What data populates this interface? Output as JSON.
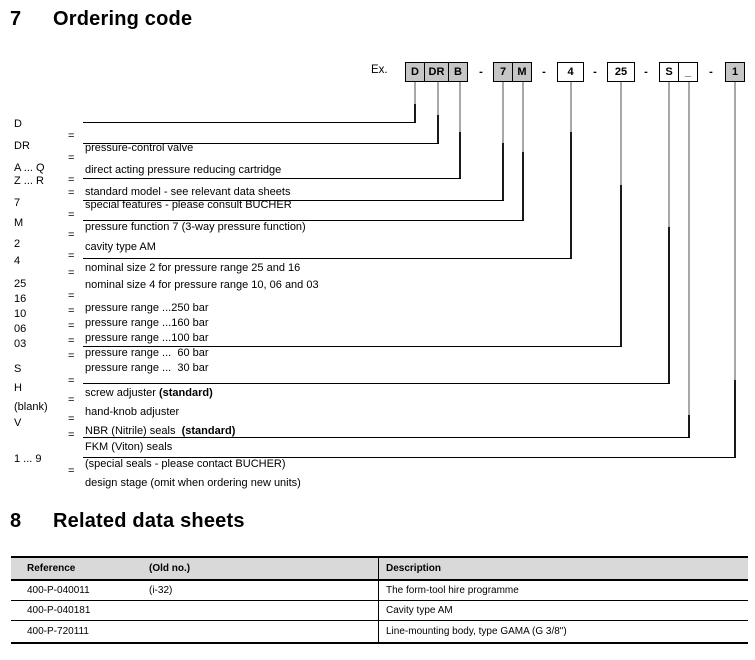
{
  "sections": {
    "ordering": {
      "number": "7",
      "title": "Ordering code"
    },
    "related": {
      "number": "8",
      "title": "Related data sheets"
    }
  },
  "ordering_code": {
    "example_label": "Ex.",
    "separator": "-",
    "boxes": [
      {
        "label": "D",
        "filled": true
      },
      {
        "label": "DR",
        "filled": true
      },
      {
        "label": "B",
        "filled": true
      },
      {
        "label": "7",
        "filled": true
      },
      {
        "label": "M",
        "filled": true
      },
      {
        "label": "4",
        "filled": false
      },
      {
        "label": "25",
        "filled": false
      },
      {
        "label": "S",
        "filled": false
      },
      {
        "label": "_",
        "filled": false
      },
      {
        "label": "1",
        "filled": true
      }
    ],
    "rows": [
      {
        "term": "D",
        "eq": "=",
        "text": "pressure-control valve"
      },
      {
        "term": "DR",
        "eq": "=",
        "text": "direct acting pressure reducing cartridge"
      },
      {
        "term": "A ... Q",
        "eq": "=",
        "text": "standard model - see relevant data sheets"
      },
      {
        "term": "Z ... R",
        "eq": "=",
        "text": "special features - please consult BUCHER"
      },
      {
        "term": "7",
        "eq": "=",
        "text": "pressure function 7 (3-way pressure function)"
      },
      {
        "term": "M",
        "eq": "=",
        "text": "cavity type AM"
      },
      {
        "term": "2",
        "eq": "=",
        "text": "nominal size 2 for pressure range 25 and 16"
      },
      {
        "term": "4",
        "eq": "=",
        "text": "nominal size 4 for pressure range 10, 06 and 03"
      },
      {
        "term": "25",
        "eq": "=",
        "text": "pressure range ...250 bar"
      },
      {
        "term": "16",
        "eq": "=",
        "text": "pressure range ...160 bar"
      },
      {
        "term": "10",
        "eq": "=",
        "text": "pressure range ...100 bar"
      },
      {
        "term": "06",
        "eq": "=",
        "text": "pressure range ...  60 bar"
      },
      {
        "term": "03",
        "eq": "=",
        "text": "pressure range ...  30 bar"
      },
      {
        "term": "S",
        "eq": "=",
        "text": "screw adjuster ",
        "text_bold": "(standard)"
      },
      {
        "term": "H",
        "eq": "=",
        "text": "hand-knob adjuster"
      },
      {
        "term": "(blank)",
        "eq": "=",
        "text": "NBR (Nitrile) seals  ",
        "text_bold": "(standard)"
      },
      {
        "term": "V",
        "eq": "=",
        "text": "FKM (Viton) seals"
      },
      {
        "term": "",
        "eq": "",
        "text": "(special seals - please contact BUCHER)"
      },
      {
        "term": "1 ... 9",
        "eq": "=",
        "text": "design stage (omit when ordering new units)"
      }
    ]
  },
  "related_table": {
    "headers": {
      "reference": "Reference",
      "old_no": "(Old no.)",
      "description": "Description"
    },
    "rows": [
      {
        "reference": "400-P-040011",
        "old_no": "(i-32)",
        "description": "The form-tool hire programme"
      },
      {
        "reference": "400-P-040181",
        "old_no": "",
        "description": "Cavity type AM"
      },
      {
        "reference": "400-P-720111",
        "old_no": "",
        "description": "Line-mounting body, type GAMA  (G 3/8\")"
      }
    ]
  },
  "colors": {
    "box_fill_gray": "#c6c6c6",
    "table_header_bg": "#d9d9d9",
    "leader_gray": "#a8a8a8",
    "line_black": "#000000"
  }
}
